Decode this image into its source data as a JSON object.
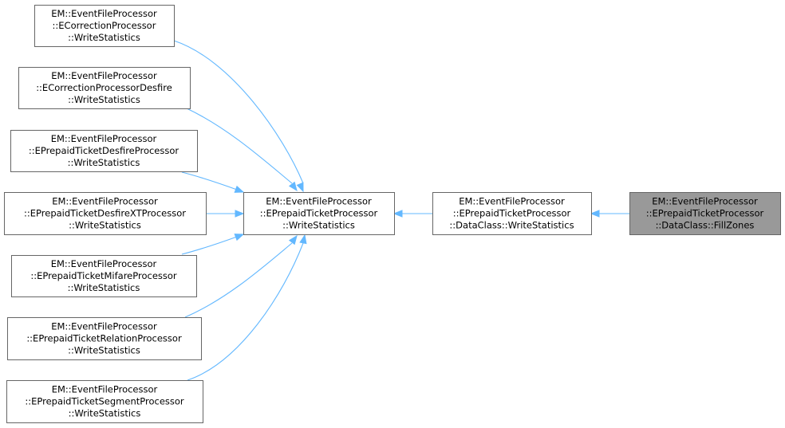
{
  "graph": {
    "nodes": [
      {
        "id": "n_ecorr",
        "lines": [
          "EM::EventFileProcessor",
          "::ECorrectionProcessor",
          "::WriteStatistics"
        ],
        "focus": false
      },
      {
        "id": "n_ecorrdf",
        "lines": [
          "EM::EventFileProcessor",
          "::ECorrectionProcessorDesfire",
          "::WriteStatistics"
        ],
        "focus": false
      },
      {
        "id": "n_eptdf",
        "lines": [
          "EM::EventFileProcessor",
          "::EPrepaidTicketDesfireProcessor",
          "::WriteStatistics"
        ],
        "focus": false
      },
      {
        "id": "n_eptdfxt",
        "lines": [
          "EM::EventFileProcessor",
          "::EPrepaidTicketDesfireXTProcessor",
          "::WriteStatistics"
        ],
        "focus": false
      },
      {
        "id": "n_eptmif",
        "lines": [
          "EM::EventFileProcessor",
          "::EPrepaidTicketMifareProcessor",
          "::WriteStatistics"
        ],
        "focus": false
      },
      {
        "id": "n_eptrel",
        "lines": [
          "EM::EventFileProcessor",
          "::EPrepaidTicketRelationProcessor",
          "::WriteStatistics"
        ],
        "focus": false
      },
      {
        "id": "n_eptseg",
        "lines": [
          "EM::EventFileProcessor",
          "::EPrepaidTicketSegmentProcessor",
          "::WriteStatistics"
        ],
        "focus": false
      },
      {
        "id": "n_ept",
        "lines": [
          "EM::EventFileProcessor",
          "::EPrepaidTicketProcessor",
          "::WriteStatistics"
        ],
        "focus": false
      },
      {
        "id": "n_dcws",
        "lines": [
          "EM::EventFileProcessor",
          "::EPrepaidTicketProcessor",
          "::DataClass::WriteStatistics"
        ],
        "focus": false
      },
      {
        "id": "n_fill",
        "lines": [
          "EM::EventFileProcessor",
          "::EPrepaidTicketProcessor",
          "::DataClass::FillZones"
        ],
        "focus": true
      }
    ],
    "edges": [
      {
        "from": "n_fill",
        "to": "n_dcws"
      },
      {
        "from": "n_dcws",
        "to": "n_ept"
      },
      {
        "from": "n_ept",
        "to": "n_ecorr"
      },
      {
        "from": "n_ept",
        "to": "n_ecorrdf"
      },
      {
        "from": "n_ept",
        "to": "n_eptdf"
      },
      {
        "from": "n_ept",
        "to": "n_eptdfxt"
      },
      {
        "from": "n_ept",
        "to": "n_eptmif"
      },
      {
        "from": "n_ept",
        "to": "n_eptrel"
      },
      {
        "from": "n_ept",
        "to": "n_eptseg"
      }
    ],
    "colors": {
      "edge": "#63b8ff",
      "node_border": "#666666",
      "node_fill": "#ffffff",
      "focus_fill": "#999999"
    }
  }
}
